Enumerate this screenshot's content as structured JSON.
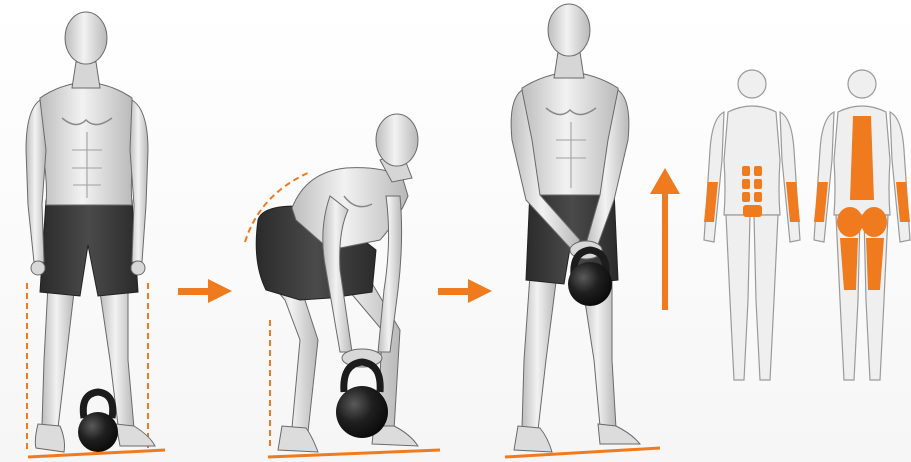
{
  "colors": {
    "accent": "#f07a1e",
    "accent_light": "#f59a4a",
    "skin_light": "#f0f0f0",
    "skin_mid": "#d2d2d2",
    "skin_shadow": "#a8a8a8",
    "outline": "#555555",
    "shorts": "#3a3a3a",
    "kettlebell": "#1c1c1c",
    "background": "#ffffff"
  },
  "icons": [
    "arrow-right-icon",
    "arrow-right-icon",
    "arrow-up-icon"
  ],
  "phases": [
    {
      "id": "start",
      "name": "standing-start-figure"
    },
    {
      "id": "hinge",
      "name": "hip-hinge-figure"
    },
    {
      "id": "lockout",
      "name": "lockout-figure"
    }
  ],
  "muscle_map": {
    "views": [
      "front",
      "back"
    ],
    "front_highlight": [
      "abdominals",
      "forearms"
    ],
    "back_highlight": [
      "erector-spinae",
      "glutes",
      "hamstrings",
      "forearms"
    ]
  }
}
